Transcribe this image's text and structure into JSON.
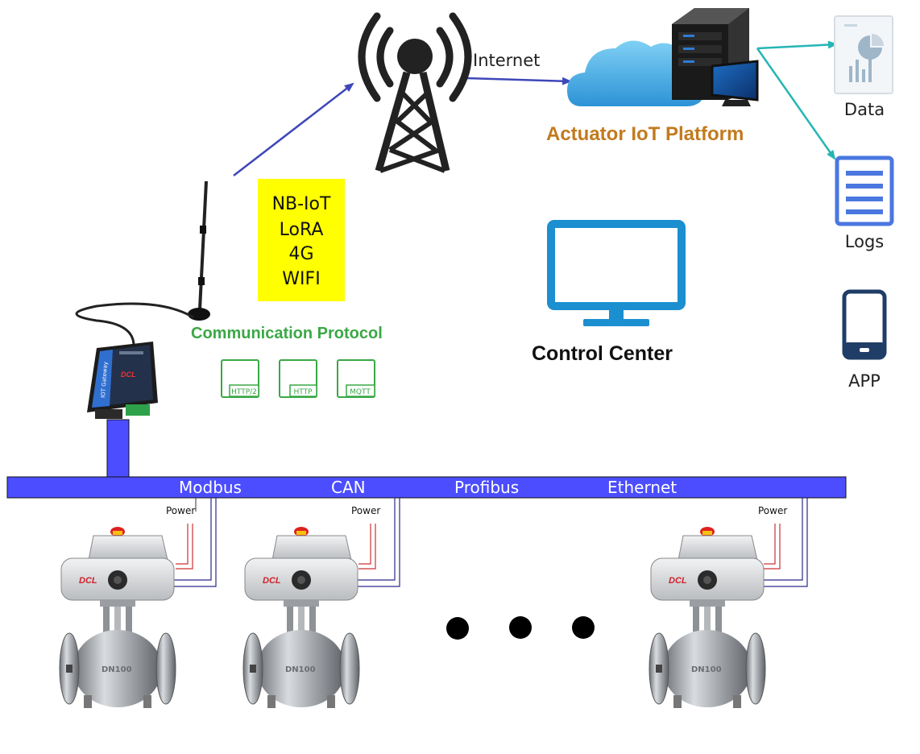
{
  "labels": {
    "internet": "Internet",
    "platform": "Actuator IoT Platform",
    "data": "Data",
    "logs": "Logs",
    "app": "APP",
    "control_center": "Control Center",
    "comm_protocol": "Communication Protocol"
  },
  "protocols": [
    "NB-IoT",
    "LoRA",
    "4G",
    "WIFI"
  ],
  "file_tags": [
    "HTTP/2",
    "HTTP",
    "MQTT"
  ],
  "bus_protocols": [
    "Modbus",
    "CAN",
    "Profibus",
    "Ethernet"
  ],
  "power_label": "Power",
  "gateway": {
    "side_label": "IOT Gateway",
    "brand": "DCL"
  },
  "actuator_brand": "DCL",
  "valve_mark": "DN100",
  "colors": {
    "bus": "#4b4dff",
    "arrow": "#3f47b8",
    "teal": "#26b5b5",
    "platform_text": "#c27a1e",
    "green": "#3aa845",
    "protocol_box": "#ffff00",
    "monitor": "#1b8fd0",
    "docs": "#4a77e0",
    "phone": "#1f3d66",
    "power_wire": "#c33",
    "signal_wire": "#2a2a8a"
  },
  "icons": [
    "cell-tower-icon",
    "cloud-server-icon",
    "data-report-icon",
    "logs-doc-icon",
    "phone-icon",
    "monitor-icon",
    "antenna-icon",
    "gateway-icon",
    "valve-actuator-icon",
    "ellipsis-dots"
  ]
}
